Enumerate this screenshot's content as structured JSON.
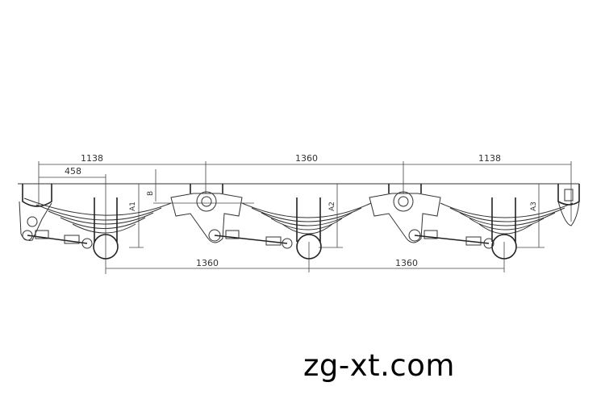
{
  "drawing": {
    "title": "Tri-axle mechanical suspension drawing",
    "dimensions": {
      "top": [
        "1138",
        "1360",
        "1138"
      ],
      "offset": "458",
      "bottom": [
        "1360",
        "1360"
      ],
      "heights": [
        "A1",
        "A2",
        "A3"
      ],
      "b_label": "B"
    }
  },
  "watermark": "zg-xt.com",
  "colors": {
    "line": "#333333",
    "background": "#ffffff"
  }
}
